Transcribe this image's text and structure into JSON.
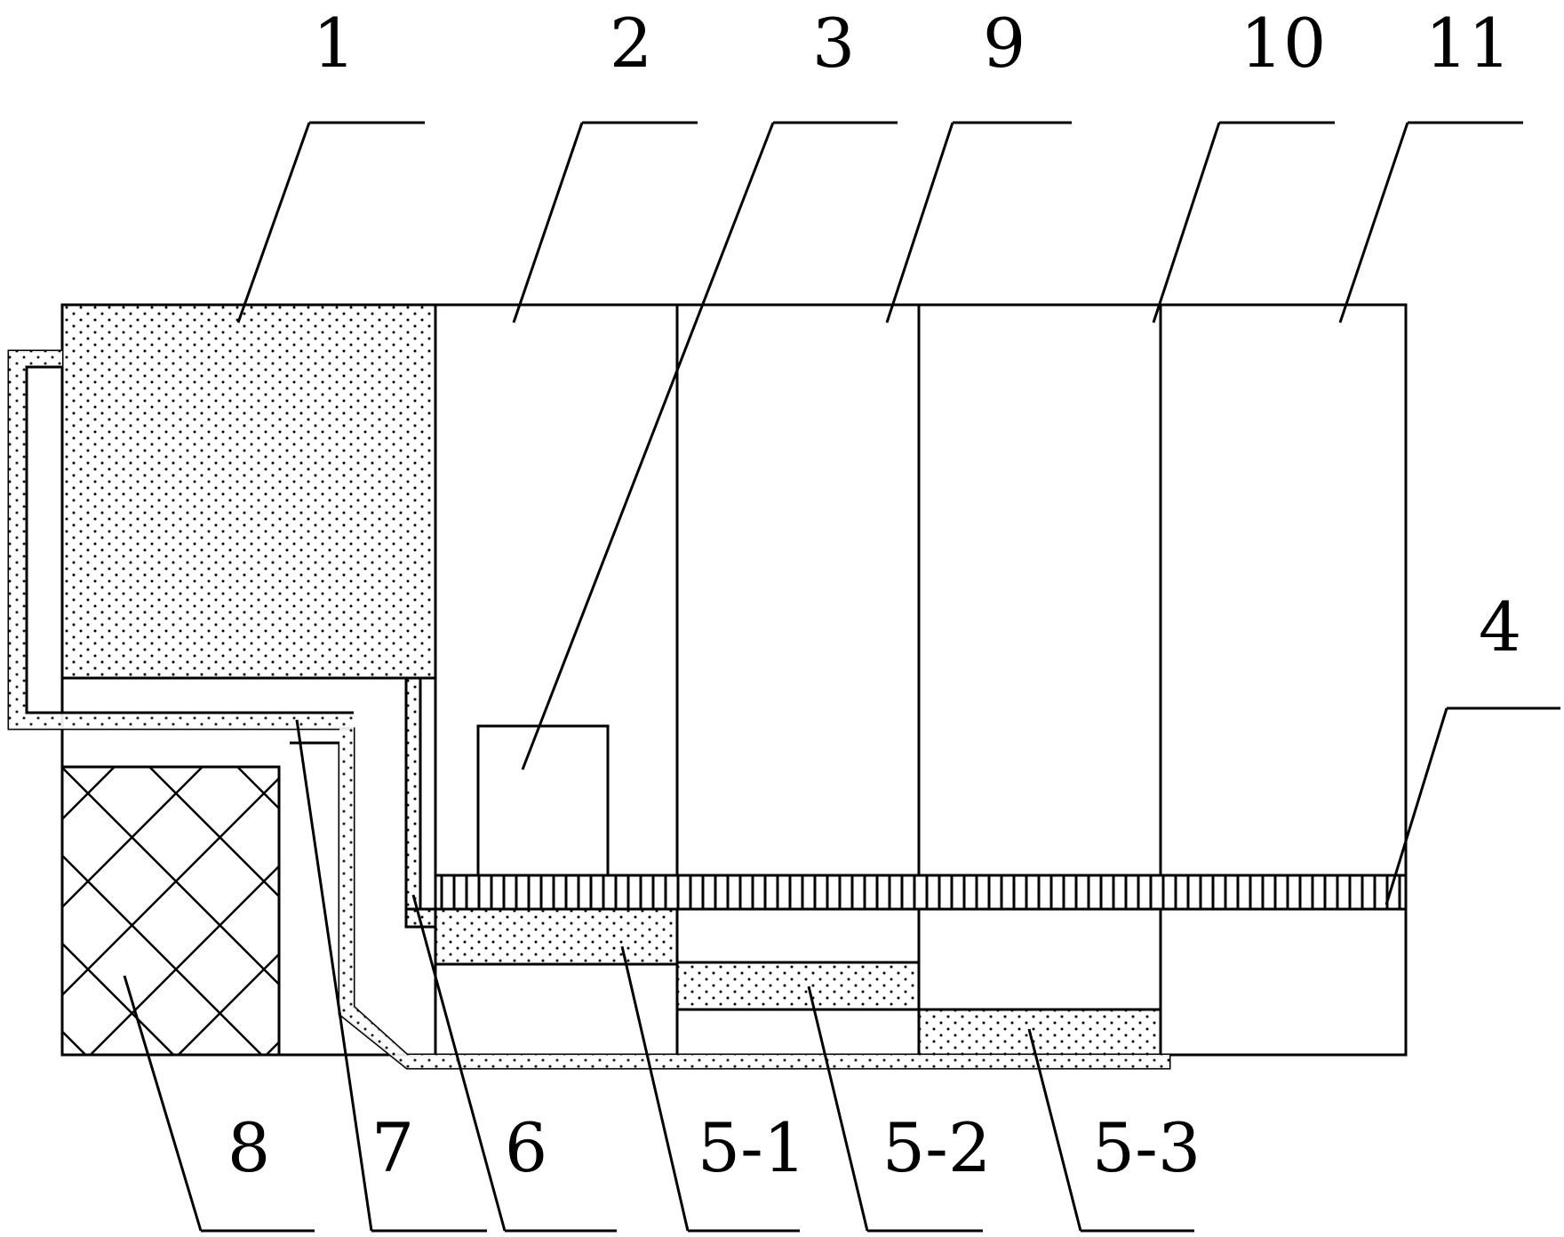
{
  "labels": {
    "top": [
      "1",
      "2",
      "3",
      "9",
      "10",
      "11"
    ],
    "right": "4",
    "bottom": [
      "8",
      "7",
      "6",
      "5-1",
      "5-2",
      "5-3"
    ]
  },
  "colors": {
    "stroke": "#000000",
    "background": "#ffffff"
  }
}
